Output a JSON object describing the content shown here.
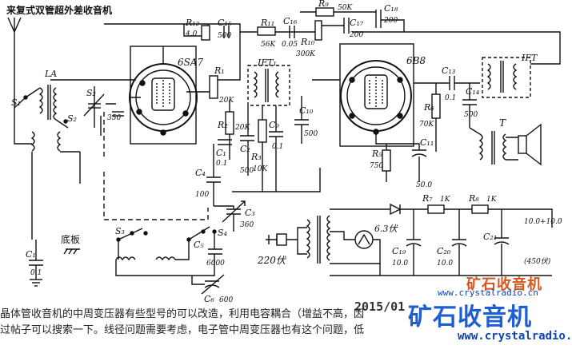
{
  "title": "来复式双管超外差收音机",
  "labels": {
    "LA": "LA",
    "S1": "S₁",
    "S2": "S₂",
    "S2b": "S₂",
    "S3": "S₃",
    "S4": "S₄",
    "R12": "R₁₂",
    "R12v": "4.0",
    "C15": "C₁₅",
    "C15v": "500",
    "R11": "R₁₁",
    "R11v": "56K",
    "C16": "C₁₆",
    "C16v": "0.05",
    "R9": "R₉",
    "R9v": "50K",
    "C18": "C₁₈",
    "C18v": "200",
    "R10": "R₁₀",
    "R10v": "300K",
    "C17": "C₁₇",
    "C17v": "200",
    "tube1": "6SA7",
    "tube2": "6B8",
    "R1": "R₁",
    "R1v": "20K",
    "IFT1": "IFT₁",
    "IFT": "IFT",
    "R2": "R₂",
    "R2v": "20K",
    "C1a": "C₁",
    "C1av": "0.1",
    "C2": "C₂",
    "C2v": "500",
    "C9": "C₉",
    "C9v": "0.1",
    "R3": "R₃",
    "R3v": "10K",
    "C10": "C₁₀",
    "C10v": "500",
    "R6": "R₆",
    "R6v": "70K",
    "C13": "C₁₃",
    "C13v": "0.1",
    "C14": "C₁₄",
    "C14v": "500",
    "T": "T",
    "R5": "R₅",
    "R5v": "750",
    "C11": "C₁₁",
    "C11v": "50.0",
    "C4": "C₄",
    "C4v": "100",
    "C3": "C₃",
    "C3v": "360",
    "C5": "C₅",
    "C5v": "6000",
    "C6": "C₆",
    "C6v": "600",
    "chassis": "底板",
    "C1": "C₁",
    "C1v": "0.1",
    "R7": "R₇",
    "R7v": "1K",
    "R8": "R₈",
    "R8v": "1K",
    "mains": "220伏",
    "lamp": "6.3伏",
    "C19": "C₁₉",
    "C19v": "10.0",
    "C20": "C₂₀",
    "C20v": "10.0",
    "C21": "C₂₁",
    "C21v": "10.0+10.0",
    "C21w": "(450伏)"
  },
  "watermark": {
    "brand_small": "矿石收音机",
    "date": "2015/01",
    "brand_large": "矿石收音机",
    "url_small": "www.crystalradio.cn",
    "url": "www.crystalradio.cn"
  },
  "caption": {
    "line1": "晶体管收音机的中周变压器有些型号的可以改造，利用电容耦合（增益不高，因",
    "line2": "过帖子可以搜索一下。线径问题需要考虑，电子管中周变压器也有这个问题，低"
  }
}
